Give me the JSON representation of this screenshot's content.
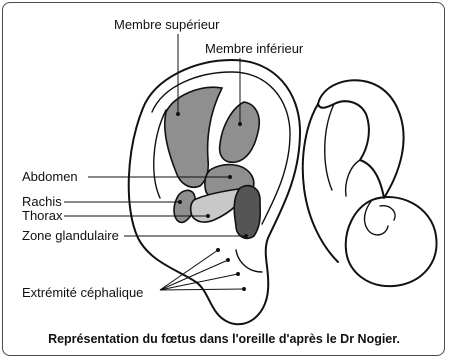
{
  "labels": {
    "membre_superieur": "Membre supérieur",
    "membre_inferieur": "Membre inférieur",
    "abdomen": "Abdomen",
    "rachis": "Rachis",
    "thorax": "Thorax",
    "zone_glandulaire": "Zone glandulaire",
    "extremite_cephalique": "Extrémité céphalique"
  },
  "caption": "Représentation du fœtus dans l'oreille d'après le Dr Nogier.",
  "colors": {
    "zone_gray": "#8f8f8f",
    "zone_dark": "#555555",
    "zone_light": "#c8c8c8",
    "line": "#111111"
  }
}
